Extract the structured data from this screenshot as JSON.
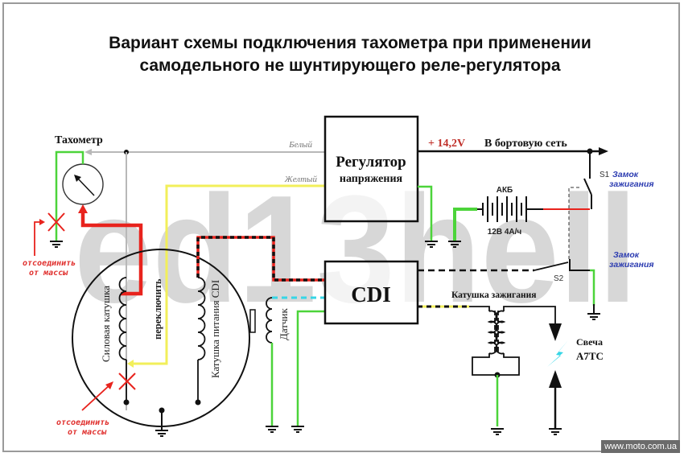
{
  "title": {
    "line1": "Вариант схемы подключения тахометра при применении",
    "line2": "самодельного не шунтирующего реле-регулятора"
  },
  "watermark": "ed13hell",
  "components": {
    "tachometer": "Тахометр",
    "regulator_line1": "Регулятор",
    "regulator_line2": "напряжения",
    "cdi": "CDI",
    "battery_label": "АКБ",
    "battery_spec": "12В 4А/ч",
    "ignition_coil": "Катушка зажигания",
    "spark_plug_line1": "Свеча",
    "spark_plug_line2": "А7ТС",
    "power_coil": "Силовая катушка",
    "cdi_supply_coil": "Катушка питания CDI",
    "sensor": "Датчик",
    "switch_note": "переключить"
  },
  "wires": {
    "white": "Белый",
    "yellow": "Желтый",
    "voltage": "+ 14,2V",
    "onboard": "В бортовую сеть"
  },
  "switches": {
    "s1": "S1",
    "s2": "S2",
    "s1_label_line1": "Замок",
    "s1_label_line2": "зажигания",
    "s2_label_line1": "Замок",
    "s2_label_line2": "зажигания"
  },
  "notes": {
    "disconnect_line1": "отсоединить",
    "disconnect_line2": "от массы"
  },
  "colors": {
    "red": "#e8231d",
    "green": "#4cd43a",
    "yellow": "#f2ef5a",
    "gray": "#b8b8b8",
    "cyan": "#36d6e6",
    "black": "#111111"
  },
  "footer": "www.moto.com.ua"
}
